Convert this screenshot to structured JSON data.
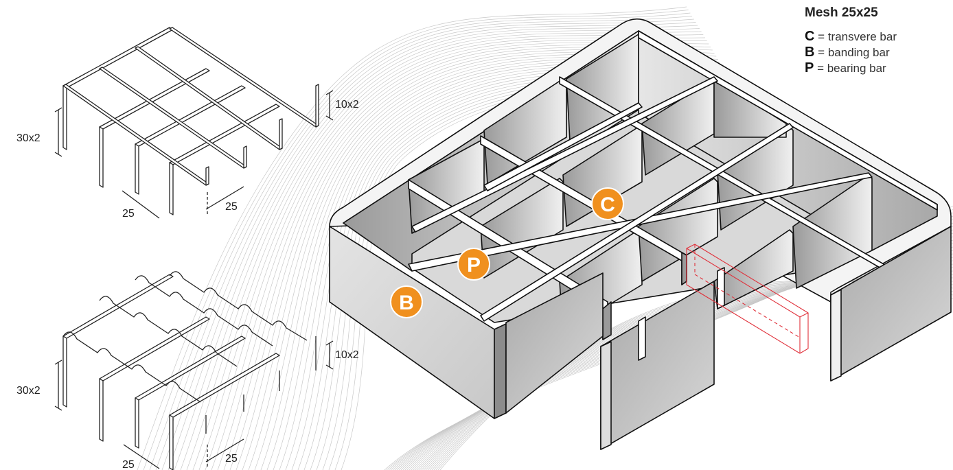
{
  "legend": {
    "title": "Mesh 25x25",
    "items": [
      {
        "key": "C",
        "sep": " = ",
        "text": "transvere bar"
      },
      {
        "key": "B",
        "sep": " = ",
        "text": "banding bar"
      },
      {
        "key": "P",
        "sep": " = ",
        "text": "bearing bar"
      }
    ]
  },
  "top_grating": {
    "bar_height_label": "30x2",
    "cross_bar_label": "10x2",
    "pitch_a_label": "25",
    "pitch_b_label": "25"
  },
  "bottom_grating": {
    "bar_height_label": "30x2",
    "cross_bar_label": "10x2",
    "pitch_a_label": "25",
    "pitch_b_label": "25"
  },
  "badges": {
    "c": "C",
    "p": "P",
    "b": "B"
  },
  "colors": {
    "badge": "#f0901e",
    "line": "#222222",
    "cut_line": "#e0303a",
    "wave_line": "#c8c8c8"
  }
}
